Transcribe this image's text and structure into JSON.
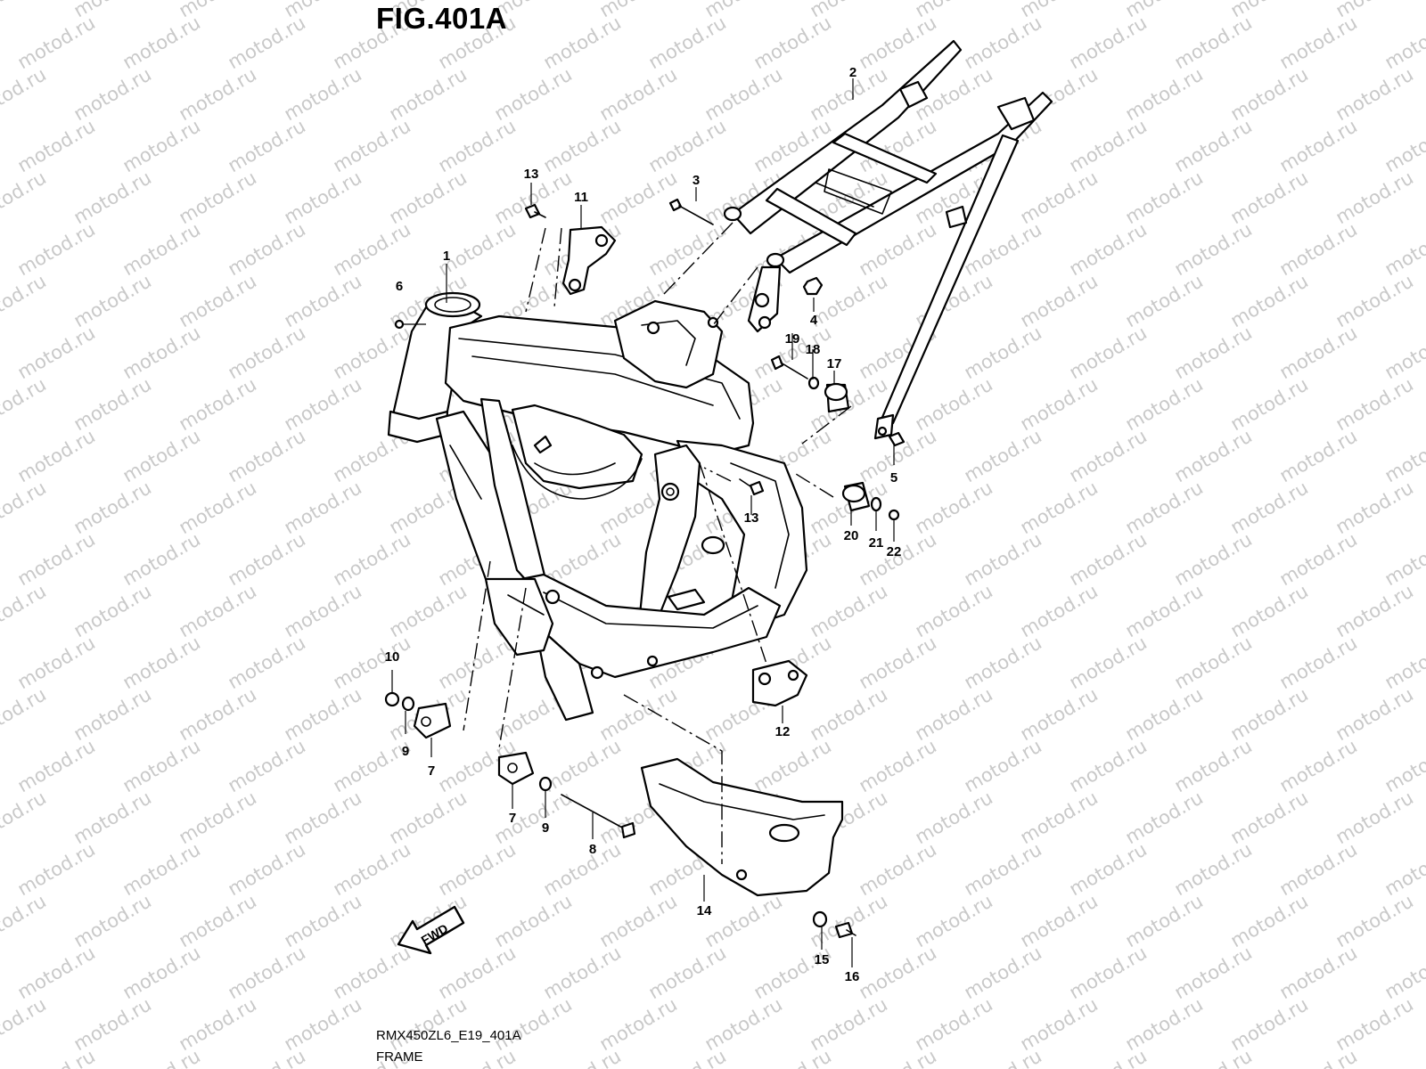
{
  "header": {
    "figure_title": "FIG.401A"
  },
  "footer": {
    "model_code": "RMX450ZL6_E19_401A",
    "section_name": "FRAME"
  },
  "watermark": {
    "text": "motod.ru"
  },
  "direction_arrow": {
    "label": "FWD"
  },
  "callouts": [
    {
      "number": "1"
    },
    {
      "number": "2"
    },
    {
      "number": "3"
    },
    {
      "number": "4"
    },
    {
      "number": "5"
    },
    {
      "number": "6"
    },
    {
      "number": "7"
    },
    {
      "number": "7"
    },
    {
      "number": "8"
    },
    {
      "number": "9"
    },
    {
      "number": "9"
    },
    {
      "number": "10"
    },
    {
      "number": "11"
    },
    {
      "number": "12"
    },
    {
      "number": "13"
    },
    {
      "number": "13"
    },
    {
      "number": "14"
    },
    {
      "number": "15"
    },
    {
      "number": "16"
    },
    {
      "number": "17"
    },
    {
      "number": "18"
    },
    {
      "number": "19"
    },
    {
      "number": "20"
    },
    {
      "number": "21"
    },
    {
      "number": "22"
    }
  ]
}
